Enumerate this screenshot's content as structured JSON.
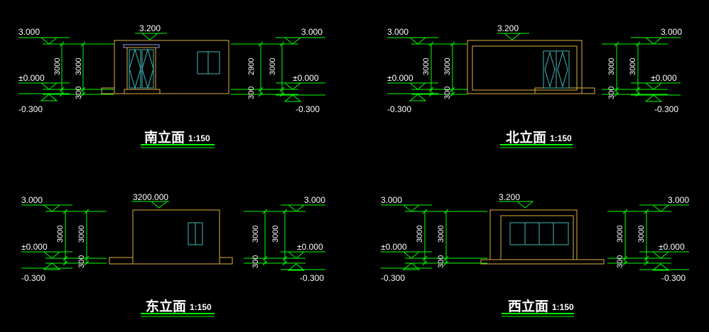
{
  "colors": {
    "background": "#000000",
    "dimension": "#00ff00",
    "outline": "#e0b040",
    "window": "#3fb8b8",
    "door_frame": "#9aa0ff",
    "text": "#ffffff"
  },
  "elevations": [
    {
      "title": "南立面",
      "scale": "1:150",
      "left_top": "3.000",
      "left_mid": "±0.000",
      "left_bot": "-0.300",
      "left_v_outer": "3000",
      "left_v_inner": "3000",
      "left_v_base": "300",
      "roof": "3.200",
      "right_top": "3.000",
      "right_mid": "±0.000",
      "right_bot": "-0.300",
      "right_v_outer": "2900",
      "right_v_inner": "3000",
      "right_v_base": "300"
    },
    {
      "title": "北立面",
      "scale": "1:150",
      "left_top": "3.000",
      "left_mid": "±0.000",
      "left_bot": "-0.300",
      "left_v_outer": "3000",
      "left_v_inner": "3000",
      "left_v_base": "300",
      "roof": "3.200",
      "right_top": "3.000",
      "right_mid": "±0.000",
      "right_bot": "-0.300",
      "right_v_outer": "3000",
      "right_v_inner": "3000",
      "right_v_base": "300"
    },
    {
      "title": "东立面",
      "scale": "1:150",
      "left_top": "3.000",
      "left_mid": "±0.000",
      "left_bot": "-0.300",
      "left_v_outer": "3000",
      "left_v_inner": "3000",
      "left_v_base": "300",
      "roof": "3200.000",
      "right_top": "3.000",
      "right_mid": "±0.000",
      "right_bot": "-0.300",
      "right_v_outer": "3000",
      "right_v_inner": "3000",
      "right_v_base": "300"
    },
    {
      "title": "西立面",
      "scale": "1:150",
      "left_top": "3.000",
      "left_mid": "±0.000",
      "left_bot": "-0.300",
      "left_v_outer": "3000",
      "left_v_inner": "3000",
      "left_v_base": "300",
      "roof": "3.200",
      "right_top": "3.000",
      "right_mid": "±0.000",
      "right_bot": "-0.300",
      "right_v_outer": "3000",
      "right_v_inner": "3000",
      "right_v_base": "300"
    }
  ]
}
